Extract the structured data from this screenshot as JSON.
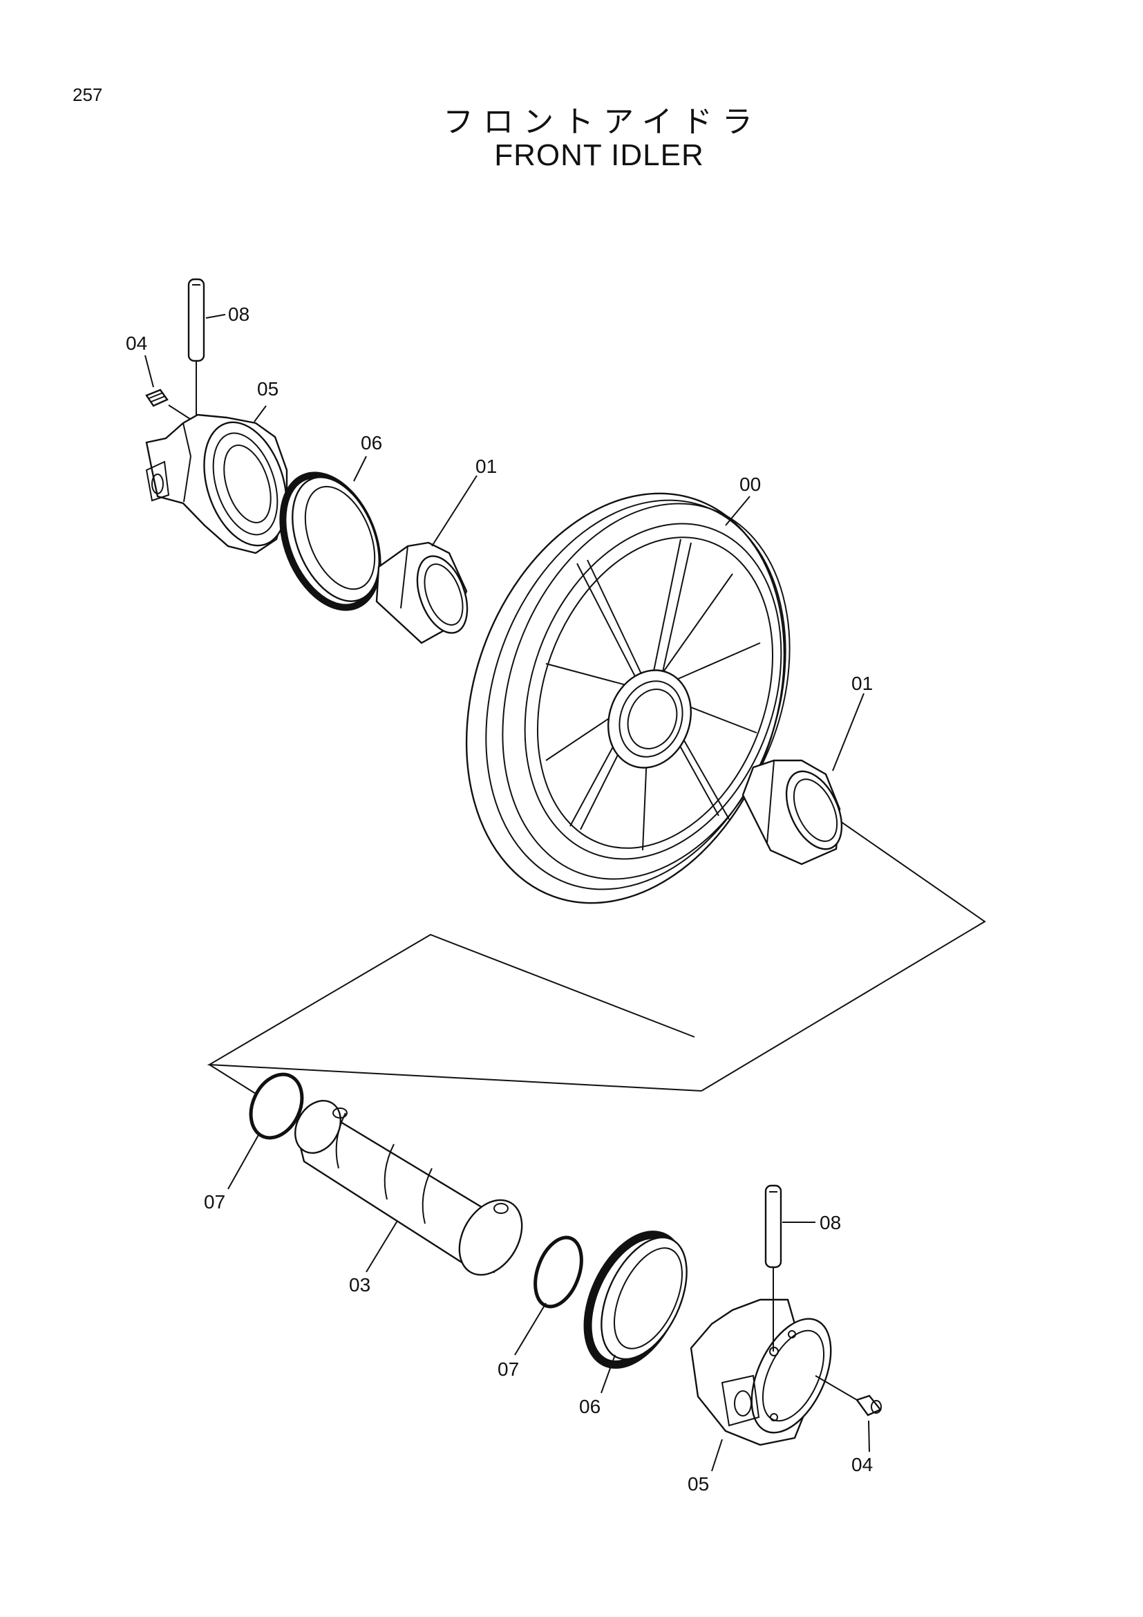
{
  "page_number": "257",
  "title_jp": "フロントアイドラ",
  "title_en": "FRONT IDLER",
  "callouts": {
    "c00": "00",
    "c01_upper": "01",
    "c01_lower": "01",
    "c03": "03",
    "c04_upper": "04",
    "c04_lower": "04",
    "c05_upper": "05",
    "c05_lower": "05",
    "c06_upper": "06",
    "c06_lower": "06",
    "c07_left": "07",
    "c07_mid": "07",
    "c08_upper": "08",
    "c08_lower": "08"
  }
}
